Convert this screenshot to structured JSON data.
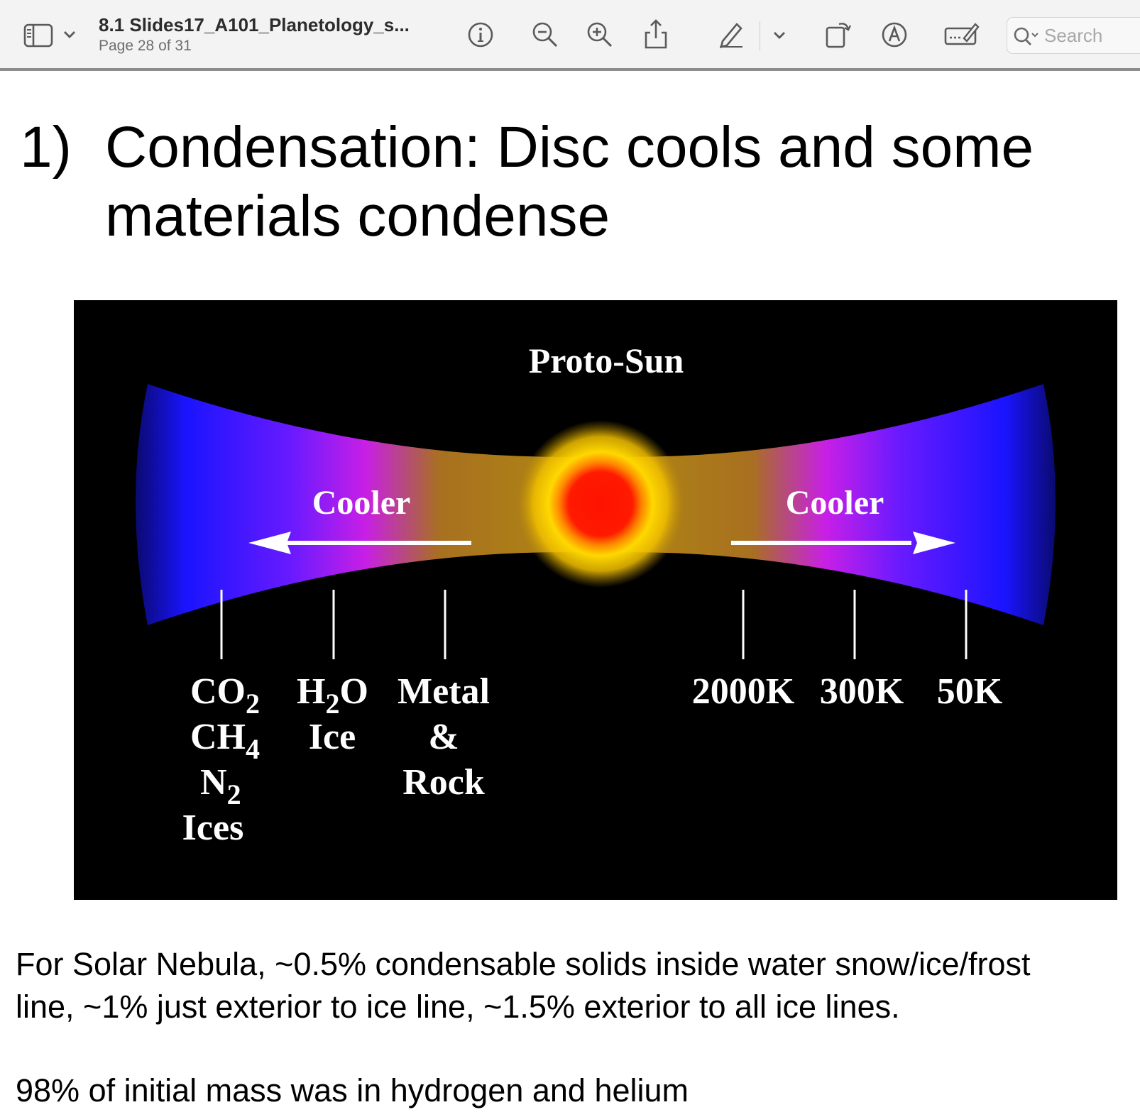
{
  "toolbar": {
    "doc_title": "8.1 Slides17_A101_Planetology_s...",
    "page_indicator": "Page 28 of 31",
    "search_placeholder": "Search",
    "icons": [
      "sidebar-toggle-icon",
      "chevron-down-icon",
      "info-icon",
      "zoom-out-icon",
      "zoom-in-icon",
      "share-icon",
      "pencil-icon",
      "chevron-down-icon",
      "rotate-icon",
      "markup-icon",
      "form-fill-icon",
      "search-icon"
    ]
  },
  "slide": {
    "title_number": "1)",
    "title_line1": "Condensation: Disc cools and some",
    "title_line2": "materials condense",
    "figure": {
      "proto_sun_label": "Proto-Sun",
      "cooler_left": "Cooler",
      "cooler_right": "Cooler",
      "materials": {
        "ices": {
          "co": "CO",
          "co_sub": "2",
          "ch": "CH",
          "ch_sub": "4",
          "n": "N",
          "n_sub": "2",
          "word": "Ices"
        },
        "water": {
          "h": "H",
          "h_sub": "2",
          "o": "O",
          "word": "Ice"
        },
        "metal": {
          "line1": "Metal",
          "line2": "&",
          "line3": "Rock"
        }
      },
      "temperatures": [
        "2000K",
        "300K",
        "50K"
      ]
    },
    "caption_line1": "For Solar Nebula, ~0.5% condensable solids inside water snow/ice/frost",
    "caption_line2": "line, ~1% just exterior to ice line, ~1.5% exterior to all ice lines.",
    "caption_line3": "98% of initial mass was in hydrogen and helium"
  },
  "colors": {
    "disc_inner": "#a07a10",
    "disc_mid": "#c020d0",
    "disc_outer": "#1010ff",
    "sun_core": "#ff1a00",
    "sun_glow": "#ffd400"
  }
}
